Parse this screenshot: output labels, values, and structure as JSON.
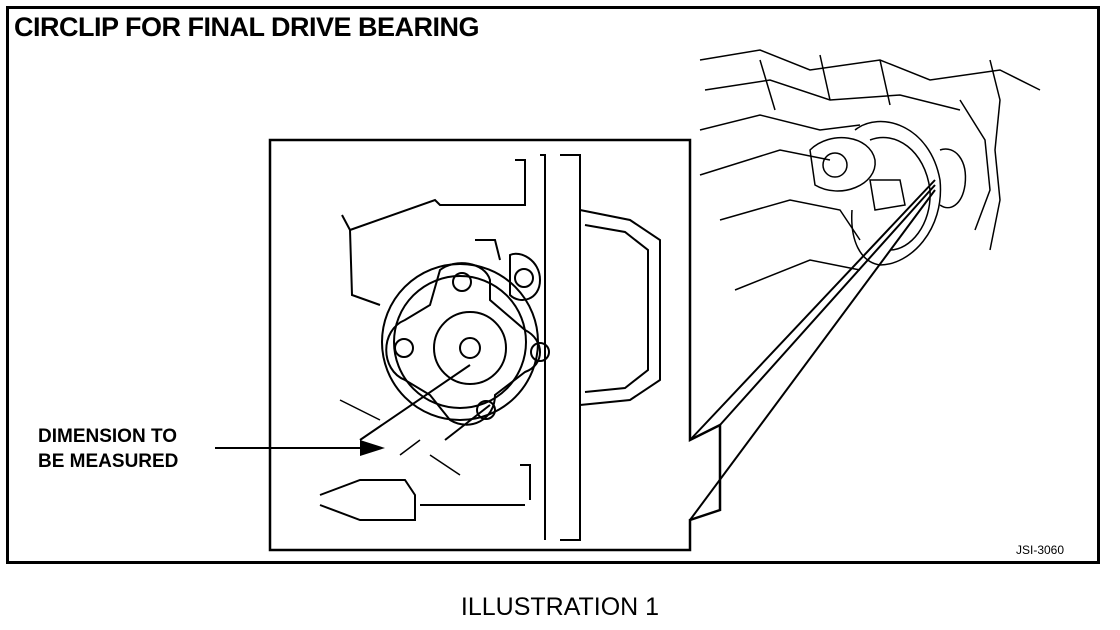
{
  "figure": {
    "title": "CIRCLIP FOR  FINAL DRIVE BEARING",
    "callout_line1": "DIMENSION TO",
    "callout_line2": "BE MEASURED",
    "reference_code": "JSI-3060",
    "caption": "ILLUSTRATION 1"
  },
  "colors": {
    "ink": "#000000",
    "paper": "#ffffff"
  }
}
